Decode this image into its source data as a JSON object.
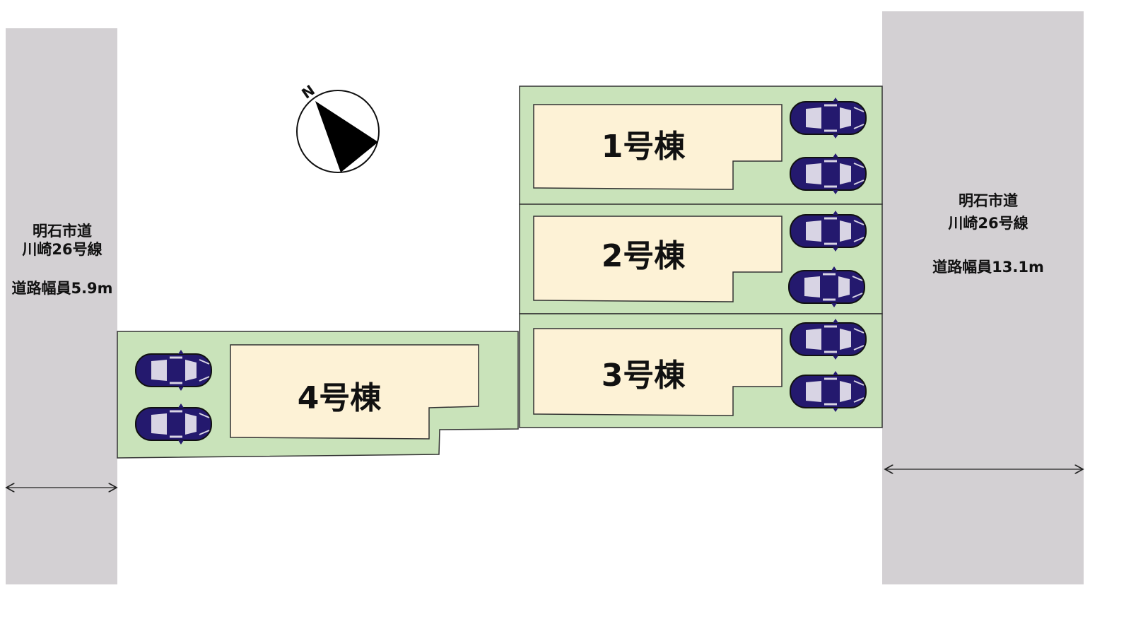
{
  "compass": {
    "north_label": "N"
  },
  "buildings": [
    {
      "label": "1号棟"
    },
    {
      "label": "2号棟"
    },
    {
      "label": "3号棟"
    },
    {
      "label": "4号棟"
    }
  ],
  "roads": {
    "left": {
      "line1": "明石市道",
      "line2": "川崎26号線",
      "width_label": "道路幅員5.9m"
    },
    "right": {
      "line1": "明石市道",
      "line2": "川崎26号線",
      "width_label": "道路幅員13.1m"
    }
  },
  "colors": {
    "road": "#d3d0d3",
    "lot": "#c9e3ba",
    "building": "#fdf2d6",
    "car": "#24196e"
  }
}
